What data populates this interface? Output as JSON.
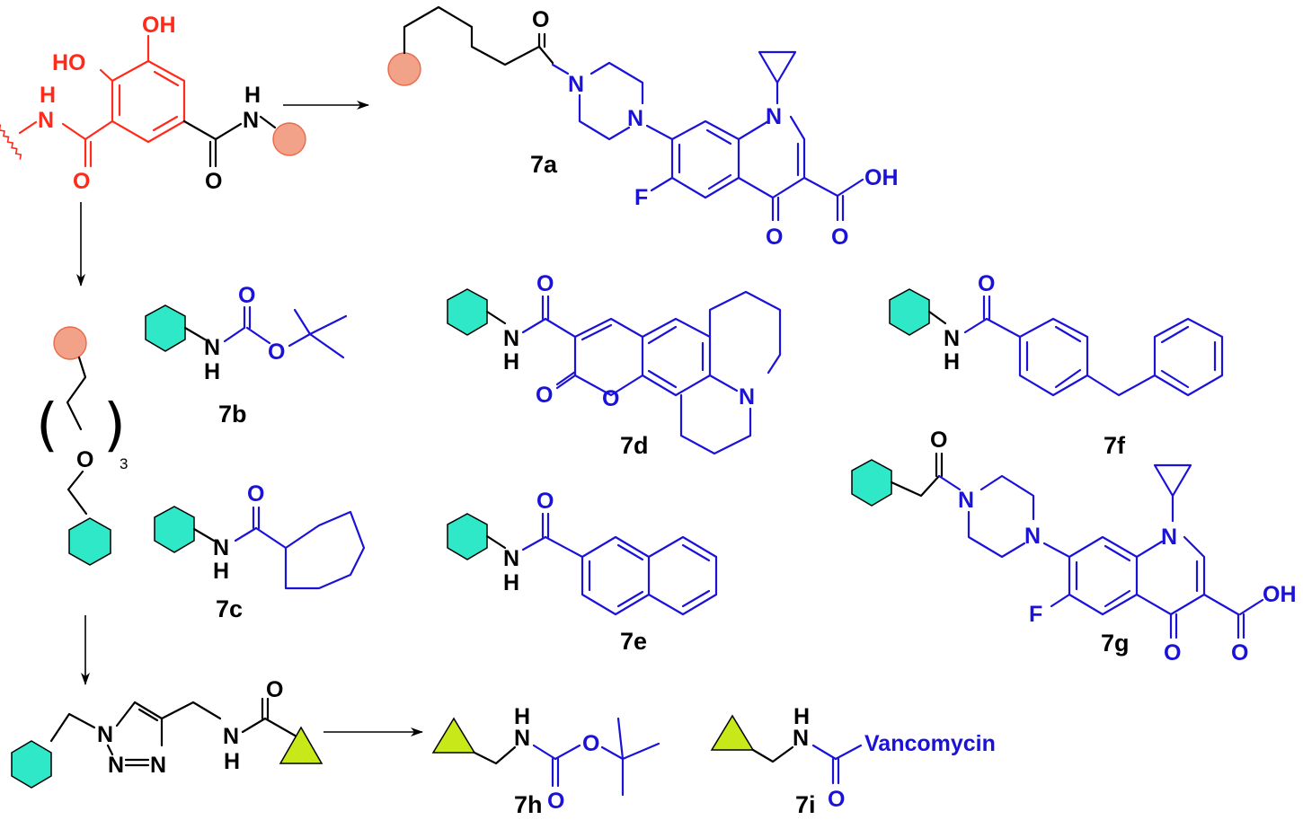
{
  "colors": {
    "core": "#ff2a1a",
    "payload": "#1a12d8",
    "linker": "#000000",
    "circle_fill": "#f2a288",
    "hexagon_fill": "#2ee8c8",
    "triangle_fill": "#c8e81a"
  },
  "compound_labels": [
    "7a",
    "7b",
    "7c",
    "7d",
    "7e",
    "7f",
    "7g",
    "7h",
    "7i"
  ],
  "atoms": {
    "OH": "OH",
    "HO": "HO",
    "H": "H",
    "N": "N",
    "O": "O",
    "F": "F",
    "COOH_OH": "OH"
  },
  "linker_repeat": "3",
  "payload_text": "Vancomycin"
}
